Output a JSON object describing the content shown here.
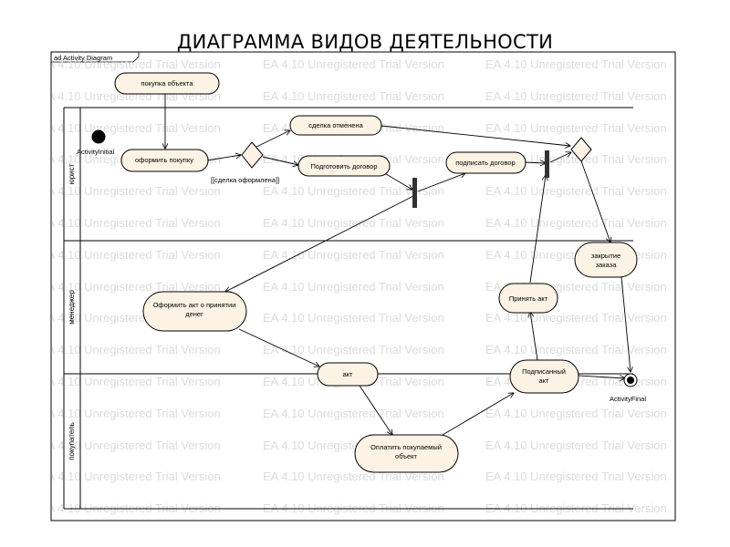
{
  "slide_title": "ДИАГРАММА ВИДОВ ДЕЯТЕЛЬНОСТИ",
  "frame_label": "ad Activity Diagram",
  "watermark": "EA 4.10 Unregistered Trial Version",
  "lanes": [
    "юрист",
    "менеджер",
    "покупатель"
  ],
  "initial_label": "ActivityInitial",
  "final_label": "ActivityFinal",
  "guard_label": "[[сделка оформлена]]",
  "activities": {
    "purchase_object": "покупка объекта",
    "place_purchase": "оформить покупку",
    "deal_cancelled": "сделка отменена",
    "prepare_contract": "Подготовить договор",
    "sign_contract": "подписать договор",
    "close_order_1": "закрытие",
    "close_order_2": "заказа",
    "money_act_1": "Оформить акт о принятии",
    "money_act_2": "денег",
    "act": "акт",
    "accept_act": "Принять акт",
    "signed_act_1": "Подписанный",
    "signed_act_2": "акт",
    "pay_object_1": "Оплатить покупаемый",
    "pay_object_2": "объект"
  }
}
